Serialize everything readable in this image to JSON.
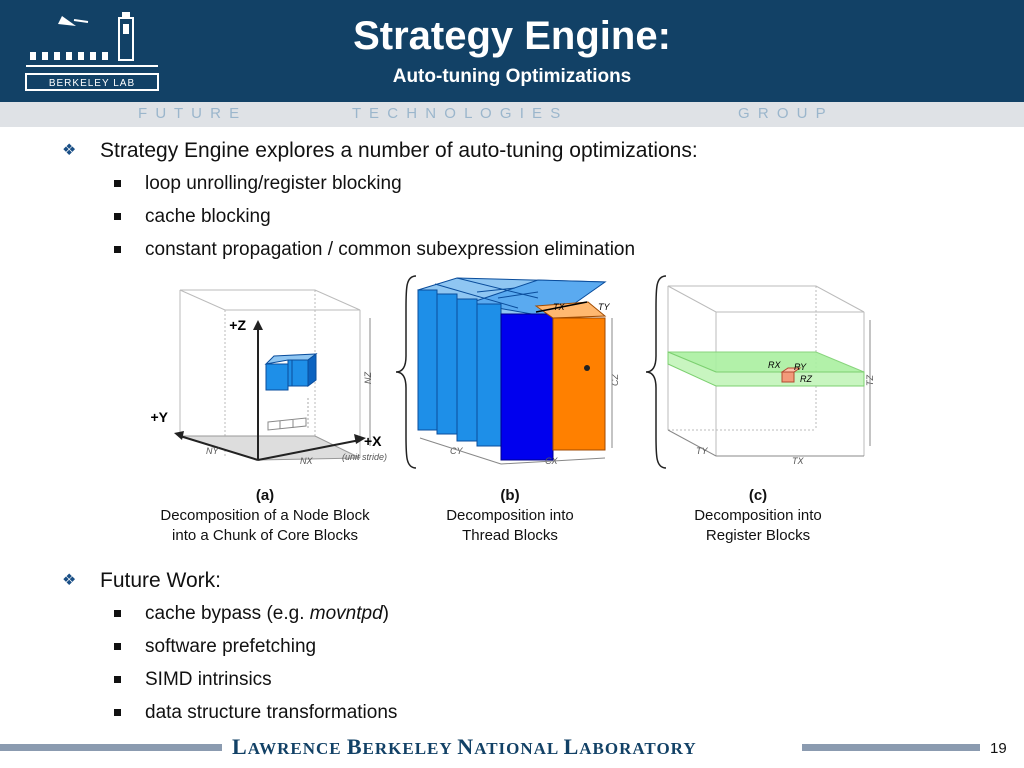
{
  "header": {
    "logo_text": "BERKELEY LAB",
    "title": "Strategy Engine:",
    "subtitle": "Auto-tuning Optimizations"
  },
  "group_band": {
    "words": [
      "F U T U R E",
      "T E C H N O L O G I E S",
      "G R O U P"
    ]
  },
  "section1": {
    "heading": "Strategy Engine explores a number of auto-tuning optimizations:",
    "items": [
      "loop unrolling/register blocking",
      "cache blocking",
      "constant propagation / common subexpression elimination"
    ]
  },
  "figure": {
    "panel_a": {
      "axis_z": "+Z",
      "axis_y": "+Y",
      "axis_x": "+X",
      "dim_ny": "NY",
      "dim_nx": "NX",
      "dim_nz": "NZ",
      "note": "(unit stride)",
      "letter": "(a)",
      "caption_line1": "Decomposition of a Node Block",
      "caption_line2": "into a Chunk of Core Blocks"
    },
    "panel_b": {
      "dim_tx": "TX",
      "dim_ty": "TY",
      "dim_cy": "CY",
      "dim_cx": "CX",
      "dim_cz": "CZ",
      "letter": "(b)",
      "caption_line1": "Decomposition into",
      "caption_line2": "Thread Blocks"
    },
    "panel_c": {
      "dim_rx": "RX",
      "dim_ry": "RY",
      "dim_rz": "RZ",
      "dim_ty": "TY",
      "dim_tx": "TX",
      "dim_tz": "TZ",
      "letter": "(c)",
      "caption_line1": "Decomposition into",
      "caption_line2": "Register Blocks"
    },
    "colors": {
      "blue": "#1e8fe8",
      "dark_blue": "#0000ee",
      "orange": "#ff8000",
      "green": "#aaf0a0"
    }
  },
  "section2": {
    "heading": "Future Work:",
    "items_prefix": "cache bypass (e.g. ",
    "items_italic": "movntpd",
    "items_suffix": ")",
    "items": [
      "software prefetching",
      "SIMD intrinsics",
      "data structure transformations"
    ]
  },
  "footer": {
    "lab_name_parts": [
      "L",
      "AWRENCE ",
      "B",
      "ERKELEY ",
      "N",
      "ATIONAL ",
      "L",
      "ABORATORY"
    ],
    "page_number": "19"
  }
}
